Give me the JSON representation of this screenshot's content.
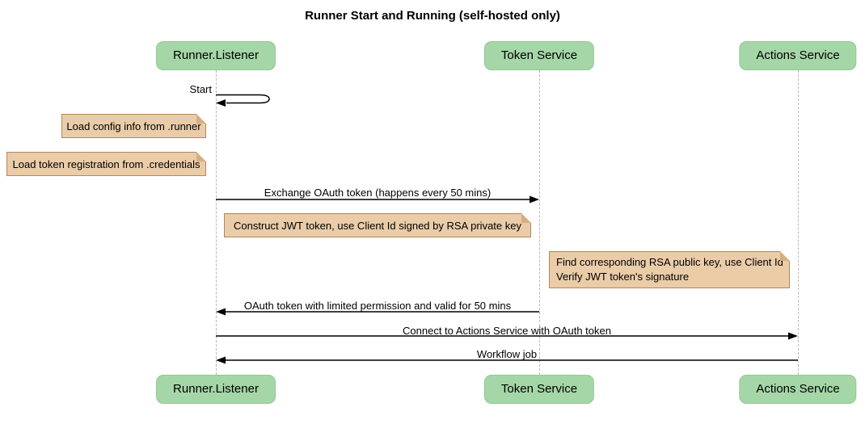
{
  "title": "Runner Start and Running (self-hosted only)",
  "participants": [
    {
      "label": "Runner.Listener"
    },
    {
      "label": "Token Service"
    },
    {
      "label": "Actions Service"
    }
  ],
  "messages": [
    {
      "label": "Start",
      "from": "Runner.Listener",
      "to": "Runner.Listener",
      "type": "self"
    },
    {
      "label": "Exchange OAuth token (happens every 50 mins)",
      "from": "Runner.Listener",
      "to": "Token Service",
      "type": "solid"
    },
    {
      "label": "OAuth token with limited permission and valid for 50 mins",
      "from": "Token Service",
      "to": "Runner.Listener",
      "type": "solid"
    },
    {
      "label": "Connect to Actions Service with OAuth token",
      "from": "Runner.Listener",
      "to": "Actions Service",
      "type": "solid"
    },
    {
      "label": "Workflow job",
      "from": "Actions Service",
      "to": "Runner.Listener",
      "type": "solid"
    }
  ],
  "notes": [
    {
      "text": "Load config info from .runner",
      "position": "left of Runner.Listener"
    },
    {
      "text": "Load token registration from .credentials",
      "position": "left of Runner.Listener"
    },
    {
      "text": "Construct JWT token, use Client Id signed by RSA private key",
      "position": "left of Token Service"
    },
    {
      "text": "Find corresponding RSA public key, use Client Id\nVerify JWT token's signature",
      "position": "left of Actions Service"
    }
  ],
  "colors": {
    "participant_fill": "#a5d6a7",
    "participant_border": "#94c794",
    "note_fill": "#eacca8",
    "note_border": "#b3885a",
    "lifeline": "#b8b8b8",
    "arrow": "#000000",
    "background": "#ffffff"
  }
}
